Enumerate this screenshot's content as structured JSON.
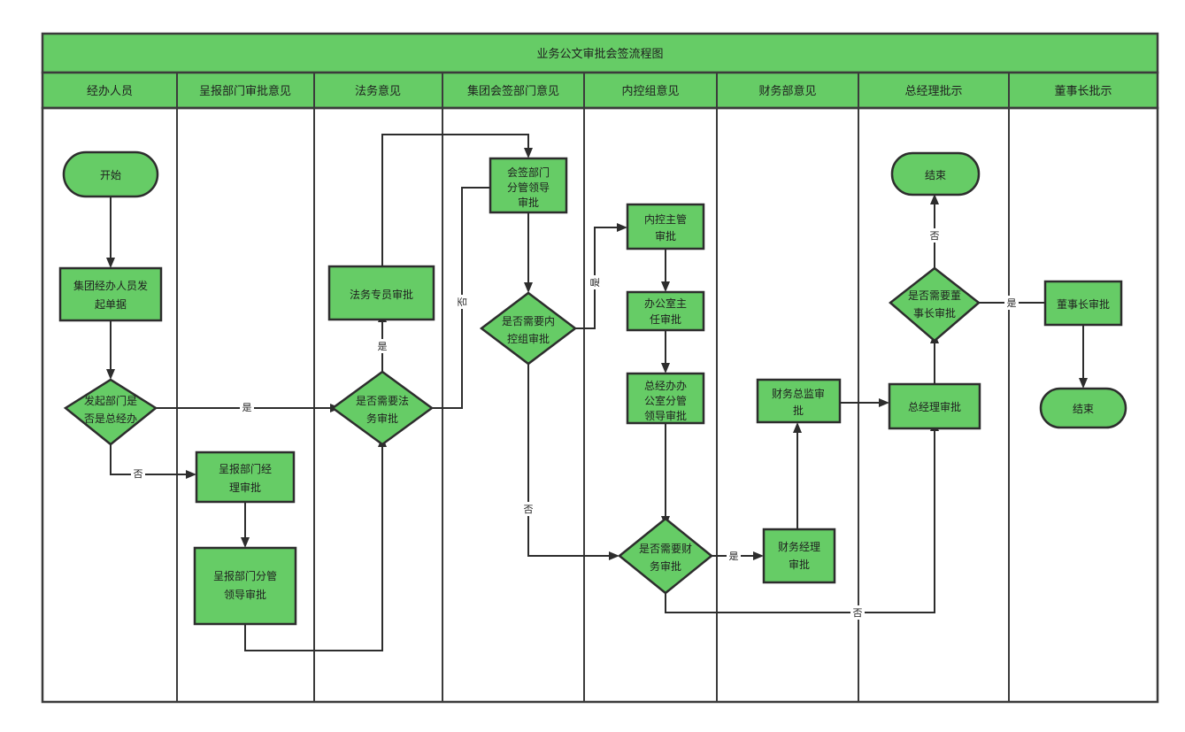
{
  "title": "业务公文审批会签流程图",
  "colors": {
    "node_fill": "#66cc66",
    "node_stroke": "#2d2d2d",
    "lane_stroke": "#3b3b3b",
    "text": "#1f1f1f",
    "background": "#ffffff"
  },
  "lanes": [
    {
      "id": "lane1",
      "label": "经办人员"
    },
    {
      "id": "lane2",
      "label": "呈报部门审批意见"
    },
    {
      "id": "lane3",
      "label": "法务意见"
    },
    {
      "id": "lane4",
      "label": "集团会签部门意见"
    },
    {
      "id": "lane5",
      "label": "内控组意见"
    },
    {
      "id": "lane6",
      "label": "财务部意见"
    },
    {
      "id": "lane7",
      "label": "总经理批示"
    },
    {
      "id": "lane8",
      "label": "董事长批示"
    }
  ],
  "nodes": [
    {
      "id": "n-start",
      "lane": 1,
      "type": "terminator",
      "label": "开始"
    },
    {
      "id": "n-initiate",
      "lane": 1,
      "type": "process",
      "label": "集团经办人员发起单据"
    },
    {
      "id": "n-is-gm-office",
      "lane": 1,
      "type": "decision",
      "label": "发起部门是否是总经办"
    },
    {
      "id": "n-dept-mgr",
      "lane": 2,
      "type": "process",
      "label": "呈报部门经理审批"
    },
    {
      "id": "n-dept-leader",
      "lane": 2,
      "type": "process",
      "label": "呈报部门分管领导审批"
    },
    {
      "id": "n-legal-staff",
      "lane": 3,
      "type": "process",
      "label": "法务专员审批"
    },
    {
      "id": "n-need-legal",
      "lane": 3,
      "type": "decision",
      "label": "是否需要法务审批"
    },
    {
      "id": "n-cosign-lead",
      "lane": 4,
      "type": "process",
      "label": "会签部门分管领导审批"
    },
    {
      "id": "n-need-ctrl",
      "lane": 4,
      "type": "decision",
      "label": "是否需要内控组审批"
    },
    {
      "id": "n-ctrl-super",
      "lane": 5,
      "type": "process",
      "label": "内控主管审批"
    },
    {
      "id": "n-office-dir",
      "lane": 5,
      "type": "process",
      "label": "办公室主任审批"
    },
    {
      "id": "n-gm-office-ld",
      "lane": 5,
      "type": "process",
      "label": "总经办办公室分管领导审批"
    },
    {
      "id": "n-need-fin",
      "lane": 5,
      "type": "decision",
      "label": "是否需要财务审批"
    },
    {
      "id": "n-fin-mgr",
      "lane": 6,
      "type": "process",
      "label": "财务经理审批"
    },
    {
      "id": "n-fin-dir",
      "lane": 6,
      "type": "process",
      "label": "财务总监审批"
    },
    {
      "id": "n-end-gm",
      "lane": 7,
      "type": "terminator",
      "label": "结束"
    },
    {
      "id": "n-need-chair",
      "lane": 7,
      "type": "decision",
      "label": "是否需要董事长审批"
    },
    {
      "id": "n-gm-approve",
      "lane": 7,
      "type": "process",
      "label": "总经理审批"
    },
    {
      "id": "n-chair-appr",
      "lane": 8,
      "type": "process",
      "label": "董事长审批"
    },
    {
      "id": "n-end-chair",
      "lane": 8,
      "type": "terminator",
      "label": "结束"
    }
  ],
  "edge_labels": {
    "gm_office_yes": "是",
    "gm_office_no": "否",
    "need_legal_yes": "是",
    "need_legal_no": "否",
    "need_ctrl_yes": "是",
    "need_ctrl_no": "否",
    "need_fin_yes": "是",
    "need_fin_no": "否",
    "need_chair_yes": "是",
    "need_chair_no": "否"
  },
  "node_label_lines": {
    "n-start": [
      "开始"
    ],
    "n-initiate": [
      "集团经办人员发",
      "起单据"
    ],
    "n-is-gm-office": [
      "发起部门是",
      "否是总经办"
    ],
    "n-dept-mgr": [
      "呈报部门经",
      "理审批"
    ],
    "n-dept-leader": [
      "呈报部门分管",
      "领导审批"
    ],
    "n-legal-staff": [
      "法务专员审批"
    ],
    "n-need-legal": [
      "是否需要法",
      "务审批"
    ],
    "n-cosign-lead": [
      "会签部门",
      "分管领导",
      "审批"
    ],
    "n-need-ctrl": [
      "是否需要内",
      "控组审批"
    ],
    "n-ctrl-super": [
      "内控主管",
      "审批"
    ],
    "n-office-dir": [
      "办公室主",
      "任审批"
    ],
    "n-gm-office-ld": [
      "总经办办",
      "公室分管",
      "领导审批"
    ],
    "n-need-fin": [
      "是否需要财",
      "务审批"
    ],
    "n-fin-mgr": [
      "财务经理",
      "审批"
    ],
    "n-fin-dir": [
      "财务总监审",
      "批"
    ],
    "n-end-gm": [
      "结束"
    ],
    "n-need-chair": [
      "是否需要董",
      "事长审批"
    ],
    "n-gm-approve": [
      "总经理审批"
    ],
    "n-chair-appr": [
      "董事长审批"
    ],
    "n-end-chair": [
      "结束"
    ]
  }
}
